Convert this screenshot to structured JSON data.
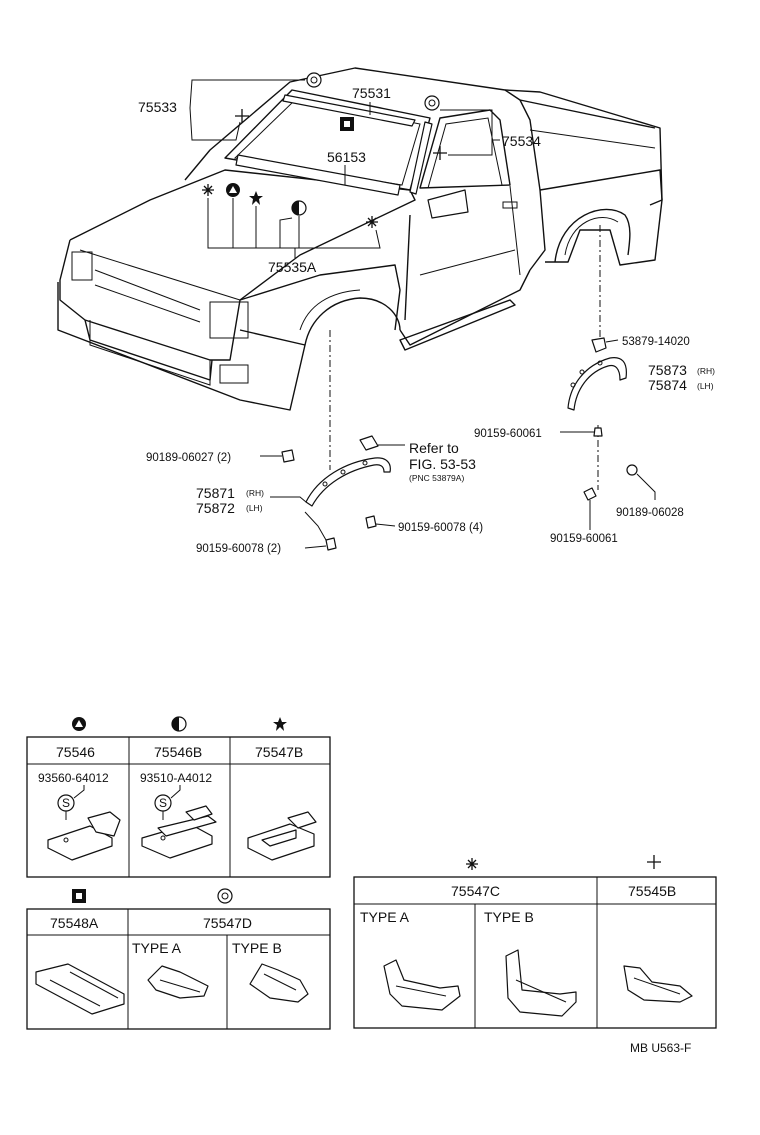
{
  "diagram": {
    "callouts": {
      "p75533": "75533",
      "p75531": "75531",
      "p75534": "75534",
      "p56153": "56153",
      "p75535A": "75535A",
      "p53879": "53879-14020",
      "p75873": "75873",
      "p75873_side": "(RH)",
      "p75874": "75874",
      "p75874_side": "(LH)",
      "p90159_60061_a": "90159-60061",
      "p90189_06027": "90189-06027 (2)",
      "refer_line1": "Refer to",
      "refer_line2": "FIG. 53-53",
      "refer_line3": "(PNC 53879A)",
      "p75871": "75871",
      "p75871_side": "(RH)",
      "p75872": "75872",
      "p75872_side": "(LH)",
      "p90159_60078_4": "90159-60078 (4)",
      "p90159_60078_2": "90159-60078 (2)",
      "p90189_06028": "90189-06028",
      "p90159_60061_b": "90159-60061"
    },
    "tables": {
      "t1": {
        "headers": [
          "75546",
          "75546B",
          "75547B"
        ],
        "subparts": [
          "93560-64012",
          "93510-A4012"
        ],
        "screw_mark": "S"
      },
      "t2": {
        "headers": [
          "75548A",
          "75547D"
        ],
        "types": [
          "TYPE  A",
          "TYPE  B"
        ]
      },
      "t3": {
        "headers": [
          "75547C",
          "75545B"
        ],
        "types": [
          "TYPE  A",
          "TYPE  B"
        ]
      }
    },
    "footer_code": "MB  U563-F"
  }
}
